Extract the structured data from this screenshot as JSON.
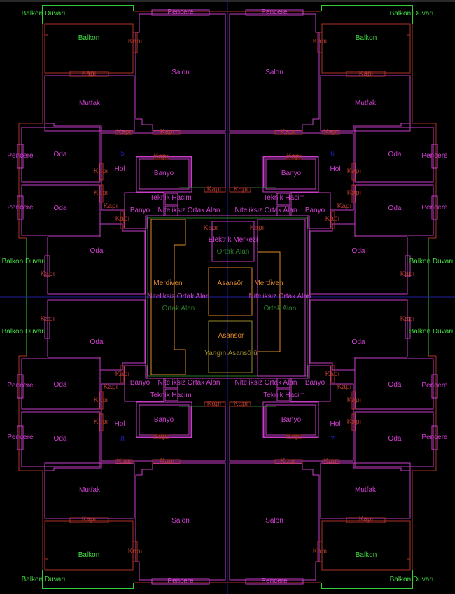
{
  "colors": {
    "background": "#000000",
    "room": "#c83cc8",
    "wall": "#b03028",
    "balcony_wall": "#33cc33",
    "door_text": "#b03a30",
    "room_text": "#d040d0",
    "balcony_text": "#44dd44",
    "number_text": "#2020c0",
    "core": "#e08a2a",
    "core_green": "#2a7a2a",
    "axis": "#2020a0"
  },
  "apartments": [
    {
      "number": "5",
      "labels": [
        "Balkon Duvarı",
        "Pencere",
        "Balkon",
        "Kapı",
        "Salon",
        "Kapı",
        "Mutfak",
        "Kapı",
        "Kapı",
        "Oda",
        "Pencere",
        "Kapı",
        "Hol",
        "Kapı",
        "Banyo",
        "Kapı",
        "Oda",
        "Pencere",
        "Kapı",
        "Kapı",
        "Teknik Hacim",
        "Banyo",
        "Niteliksiz Ortak Alan",
        "Kapı",
        "Oda",
        "Balkon Duvarı",
        "Kapı"
      ]
    },
    {
      "number": "6",
      "labels": [
        "Balkon Duvarı",
        "Pencere",
        "Balkon",
        "Kapı",
        "Salon",
        "Kapı",
        "Mutfak",
        "Kapı",
        "Kapı",
        "Oda",
        "Pencere",
        "Kapı",
        "Hol",
        "Kapı",
        "Banyo",
        "Kapı",
        "Oda",
        "Pencere",
        "Kapı",
        "Kapı",
        "Teknik Hacim",
        "Banyo",
        "Niteliksiz Ortak Alan",
        "Kapı",
        "Oda",
        "Balkon Duvarı",
        "Kapı"
      ]
    },
    {
      "number": "8",
      "labels": [
        "Balkon Duvarı",
        "Pencere",
        "Balkon",
        "Kapı",
        "Salon",
        "Kapı",
        "Mutfak",
        "Kapı",
        "Kapı",
        "Oda",
        "Pencere",
        "Kapı",
        "Hol",
        "Kapı",
        "Banyo",
        "Kapı",
        "Oda",
        "Pencere",
        "Kapı",
        "Kapı",
        "Teknik Hacim",
        "Banyo",
        "Niteliksiz Ortak Alan",
        "Kapı",
        "Oda",
        "Balkon Duvarı",
        "Kapı"
      ]
    },
    {
      "number": "7",
      "labels": [
        "Balkon Duvarı",
        "Pencere",
        "Balkon",
        "Kapı",
        "Salon",
        "Kapı",
        "Mutfak",
        "Kapı",
        "Kapı",
        "Oda",
        "Pencere",
        "Kapı",
        "Hol",
        "Kapı",
        "Banyo",
        "Kapı",
        "Oda",
        "Pencere",
        "Kapı",
        "Kapı",
        "Teknik Hacim",
        "Banyo",
        "Niteliksiz Ortak Alan",
        "Kapı",
        "Oda",
        "Balkon Duvarı",
        "Kapı"
      ]
    }
  ],
  "core": {
    "door_left": "Kapı",
    "door_right": "Kapı",
    "electric": "Elektrik Merkezi",
    "common_top": "Ortak Alan",
    "elevator_1": "Asansör",
    "elevator_2": "Asansör",
    "fire_elevator": "Yangın Asansörü",
    "stair_left": "Merdiven",
    "stair_right": "Merdiven",
    "unqualified_left": "Niteliksiz Ortak Alan",
    "unqualified_right": "Niteliksiz Ortak Alan",
    "common_left": "Ortak Alan",
    "common_right": "Ortak Alan"
  }
}
